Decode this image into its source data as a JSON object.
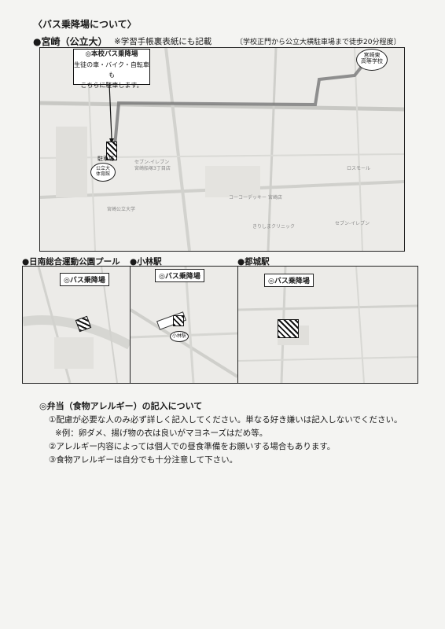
{
  "heading": "〈バス乗降場について〉",
  "miyazaki": {
    "label": "●宮崎（公立大）",
    "note": "※学習手帳裏表紙にも記載",
    "walk_note": "〔学校正門から公立大横駐車場まで徒歩20分程度〕",
    "callout_lines": [
      "◎本校バス乗降場",
      "生徒の車・バイク・自転車も",
      "こちらに駐車します。"
    ],
    "school_oval": [
      "宮崎東",
      "高等学校"
    ],
    "parking_label": "駐車場",
    "univ_oval": [
      "公立大",
      "体育館"
    ],
    "map_labels": [
      "セブン-イレブン",
      "宮崎船塚3丁目店",
      "宮崎公立大学",
      "コーコーデッキー 宮崎店",
      "きりしまクリニック",
      "ロスモール",
      "セブン-イレブン"
    ]
  },
  "nichinan": {
    "label": "●日南総合運動公園プール",
    "tag": "◎バス乗降場"
  },
  "kobayashi": {
    "label": "●小林駅",
    "tag": "◎バス乗降場",
    "oval": "小林駅"
  },
  "miyakonojo": {
    "label": "●都城駅",
    "tag": "◎バス乗降場"
  },
  "bento": {
    "title": "◎弁当（食物アレルギー）の記入について",
    "items": [
      "①配慮が必要な人のみ必ず詳しく記入してください。単なる好き嫌いは記入しないでください。",
      "※例：卵ダメ、揚げ物の衣は良いがマヨネーズはだめ等。",
      "②アレルギー内容によっては個人での昼食準備をお願いする場合もあります。",
      "③食物アレルギーは自分でも十分注意して下さい。"
    ]
  }
}
